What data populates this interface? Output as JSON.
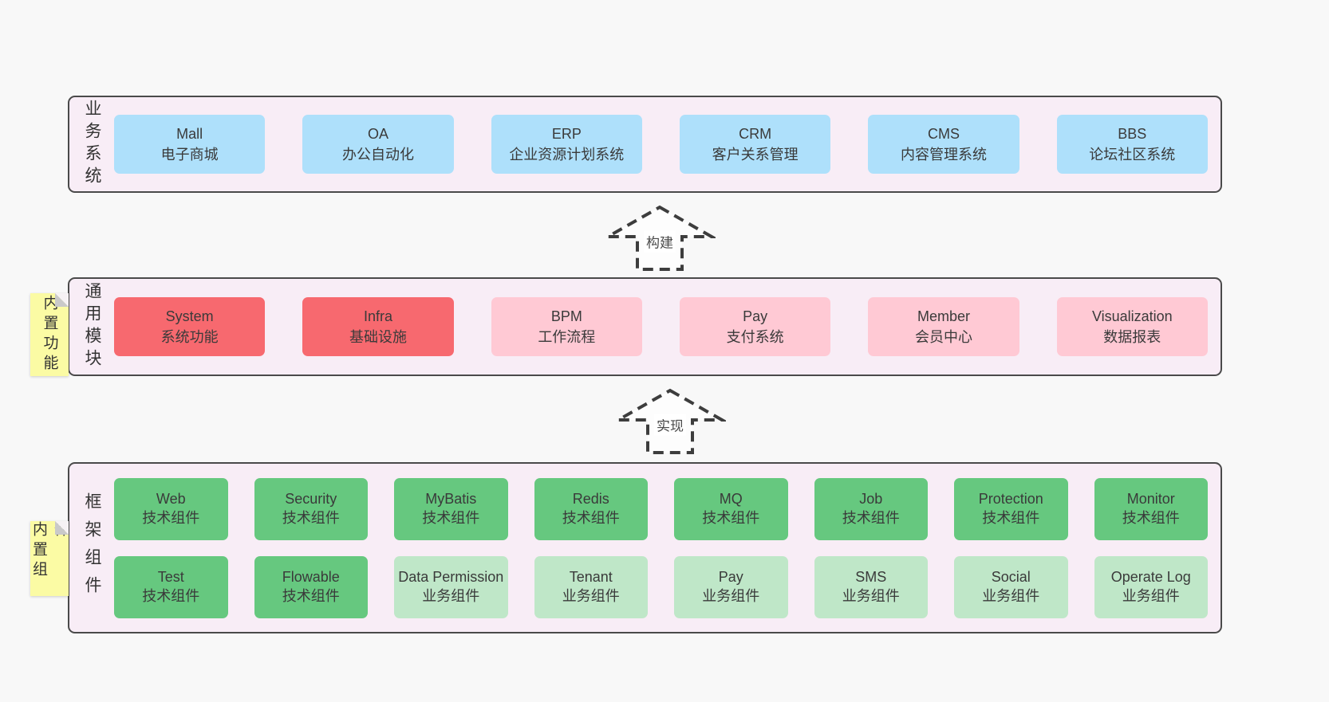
{
  "colors": {
    "page_bg": "#f8f8f8",
    "panel_bg": "#f8edf6",
    "panel_border": "#4a4a4a",
    "box_blue": "#aee0fb",
    "box_red": "#f7696f",
    "box_pink": "#ffc9d4",
    "box_green": "#66c87f",
    "box_light_green": "#bfe7c8",
    "sticky_yellow": "#fbfba4",
    "sticky_fold": "#c9c9c9"
  },
  "diagram": {
    "layers": [
      {
        "label": "业务系统",
        "boxes": [
          {
            "name": "Mall",
            "desc": "电子商城"
          },
          {
            "name": "OA",
            "desc": "办公自动化"
          },
          {
            "name": "ERP",
            "desc": "企业资源计划系统"
          },
          {
            "name": "CRM",
            "desc": "客户关系管理"
          },
          {
            "name": "CMS",
            "desc": "内容管理系统"
          },
          {
            "name": "BBS",
            "desc": "论坛社区系统"
          }
        ]
      },
      {
        "label": "通用模块",
        "sticky": "内置功能",
        "boxes": [
          {
            "name": "System",
            "desc": "系统功能"
          },
          {
            "name": "Infra",
            "desc": "基础设施"
          },
          {
            "name": "BPM",
            "desc": "工作流程"
          },
          {
            "name": "Pay",
            "desc": "支付系统"
          },
          {
            "name": "Member",
            "desc": "会员中心"
          },
          {
            "name": "Visualization",
            "desc": "数据报表"
          }
        ]
      },
      {
        "label": "框架组件",
        "sticky": "内置组件",
        "rows": [
          [
            {
              "name": "Web",
              "desc": "技术组件"
            },
            {
              "name": "Security",
              "desc": "技术组件"
            },
            {
              "name": "MyBatis",
              "desc": "技术组件"
            },
            {
              "name": "Redis",
              "desc": "技术组件"
            },
            {
              "name": "MQ",
              "desc": "技术组件"
            },
            {
              "name": "Job",
              "desc": "技术组件"
            },
            {
              "name": "Protection",
              "desc": "技术组件"
            },
            {
              "name": "Monitor",
              "desc": "技术组件"
            }
          ],
          [
            {
              "name": "Test",
              "desc": "技术组件"
            },
            {
              "name": "Flowable",
              "desc": "技术组件"
            },
            {
              "name": "Data Permission",
              "desc": "业务组件"
            },
            {
              "name": "Tenant",
              "desc": "业务组件"
            },
            {
              "name": "Pay",
              "desc": "业务组件"
            },
            {
              "name": "SMS",
              "desc": "业务组件"
            },
            {
              "name": "Social",
              "desc": "业务组件"
            },
            {
              "name": "Operate Log",
              "desc": "业务组件"
            }
          ]
        ]
      }
    ],
    "arrows": [
      {
        "label": "构建"
      },
      {
        "label": "实现"
      }
    ]
  }
}
